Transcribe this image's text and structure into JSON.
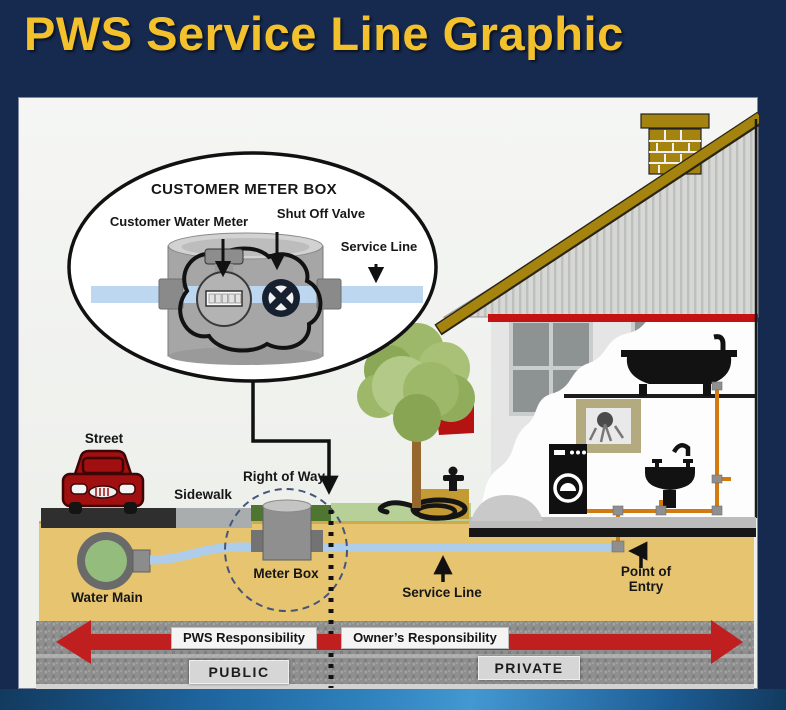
{
  "title": "PWS Service Line Graphic",
  "callout": {
    "heading": "CUSTOMER METER BOX",
    "customer_water_meter": "Customer Water Meter",
    "shut_off_valve": "Shut Off Valve",
    "service_line": "Service Line"
  },
  "labels": {
    "street": "Street",
    "sidewalk": "Sidewalk",
    "right_of_way": "Right of Way",
    "meter_box": "Meter Box",
    "water_main": "Water Main",
    "service_line": "Service Line",
    "point_of_entry": "Point of Entry"
  },
  "responsibility": {
    "pws": "PWS Responsibility",
    "owner": "Owner’s Responsibility",
    "public_zone": "PUBLIC",
    "private_zone": "PRIVATE"
  },
  "icons": {
    "car-icon": "red car front view on street",
    "house-icon": "cutaway house with slanted metal roof and brick chimney",
    "tree-icon": "green tree",
    "bathtub-icon": "black bathtub silhouette",
    "sink-icon": "black bathroom sink silhouette",
    "washing-machine-icon": "black washing machine",
    "water-meter-icon": "round water meter with register",
    "shut-off-valve-icon": "round shut off valve wheel",
    "meter-box-icon": "buried grey meter box cylinder",
    "water-main-icon": "green water main pipe cross-section",
    "hose-icon": "coiled garden hose at spigot",
    "picture-frame-icon": "framed wall picture"
  },
  "colors": {
    "background_navy": "#16294e",
    "title_yellow": "#f3c12c",
    "pipe_water_blue": "#aecdea",
    "pipe_interior_orange": "#d2790f",
    "responsibility_red": "#bf1f1f",
    "soil_tan": "#e6c470",
    "grass_green": "#b6d097",
    "water_main_green": "#94bd7d",
    "roof_trim_gold": "#a4840f",
    "house_red_trim": "#c41111",
    "car_red": "#a01010"
  }
}
